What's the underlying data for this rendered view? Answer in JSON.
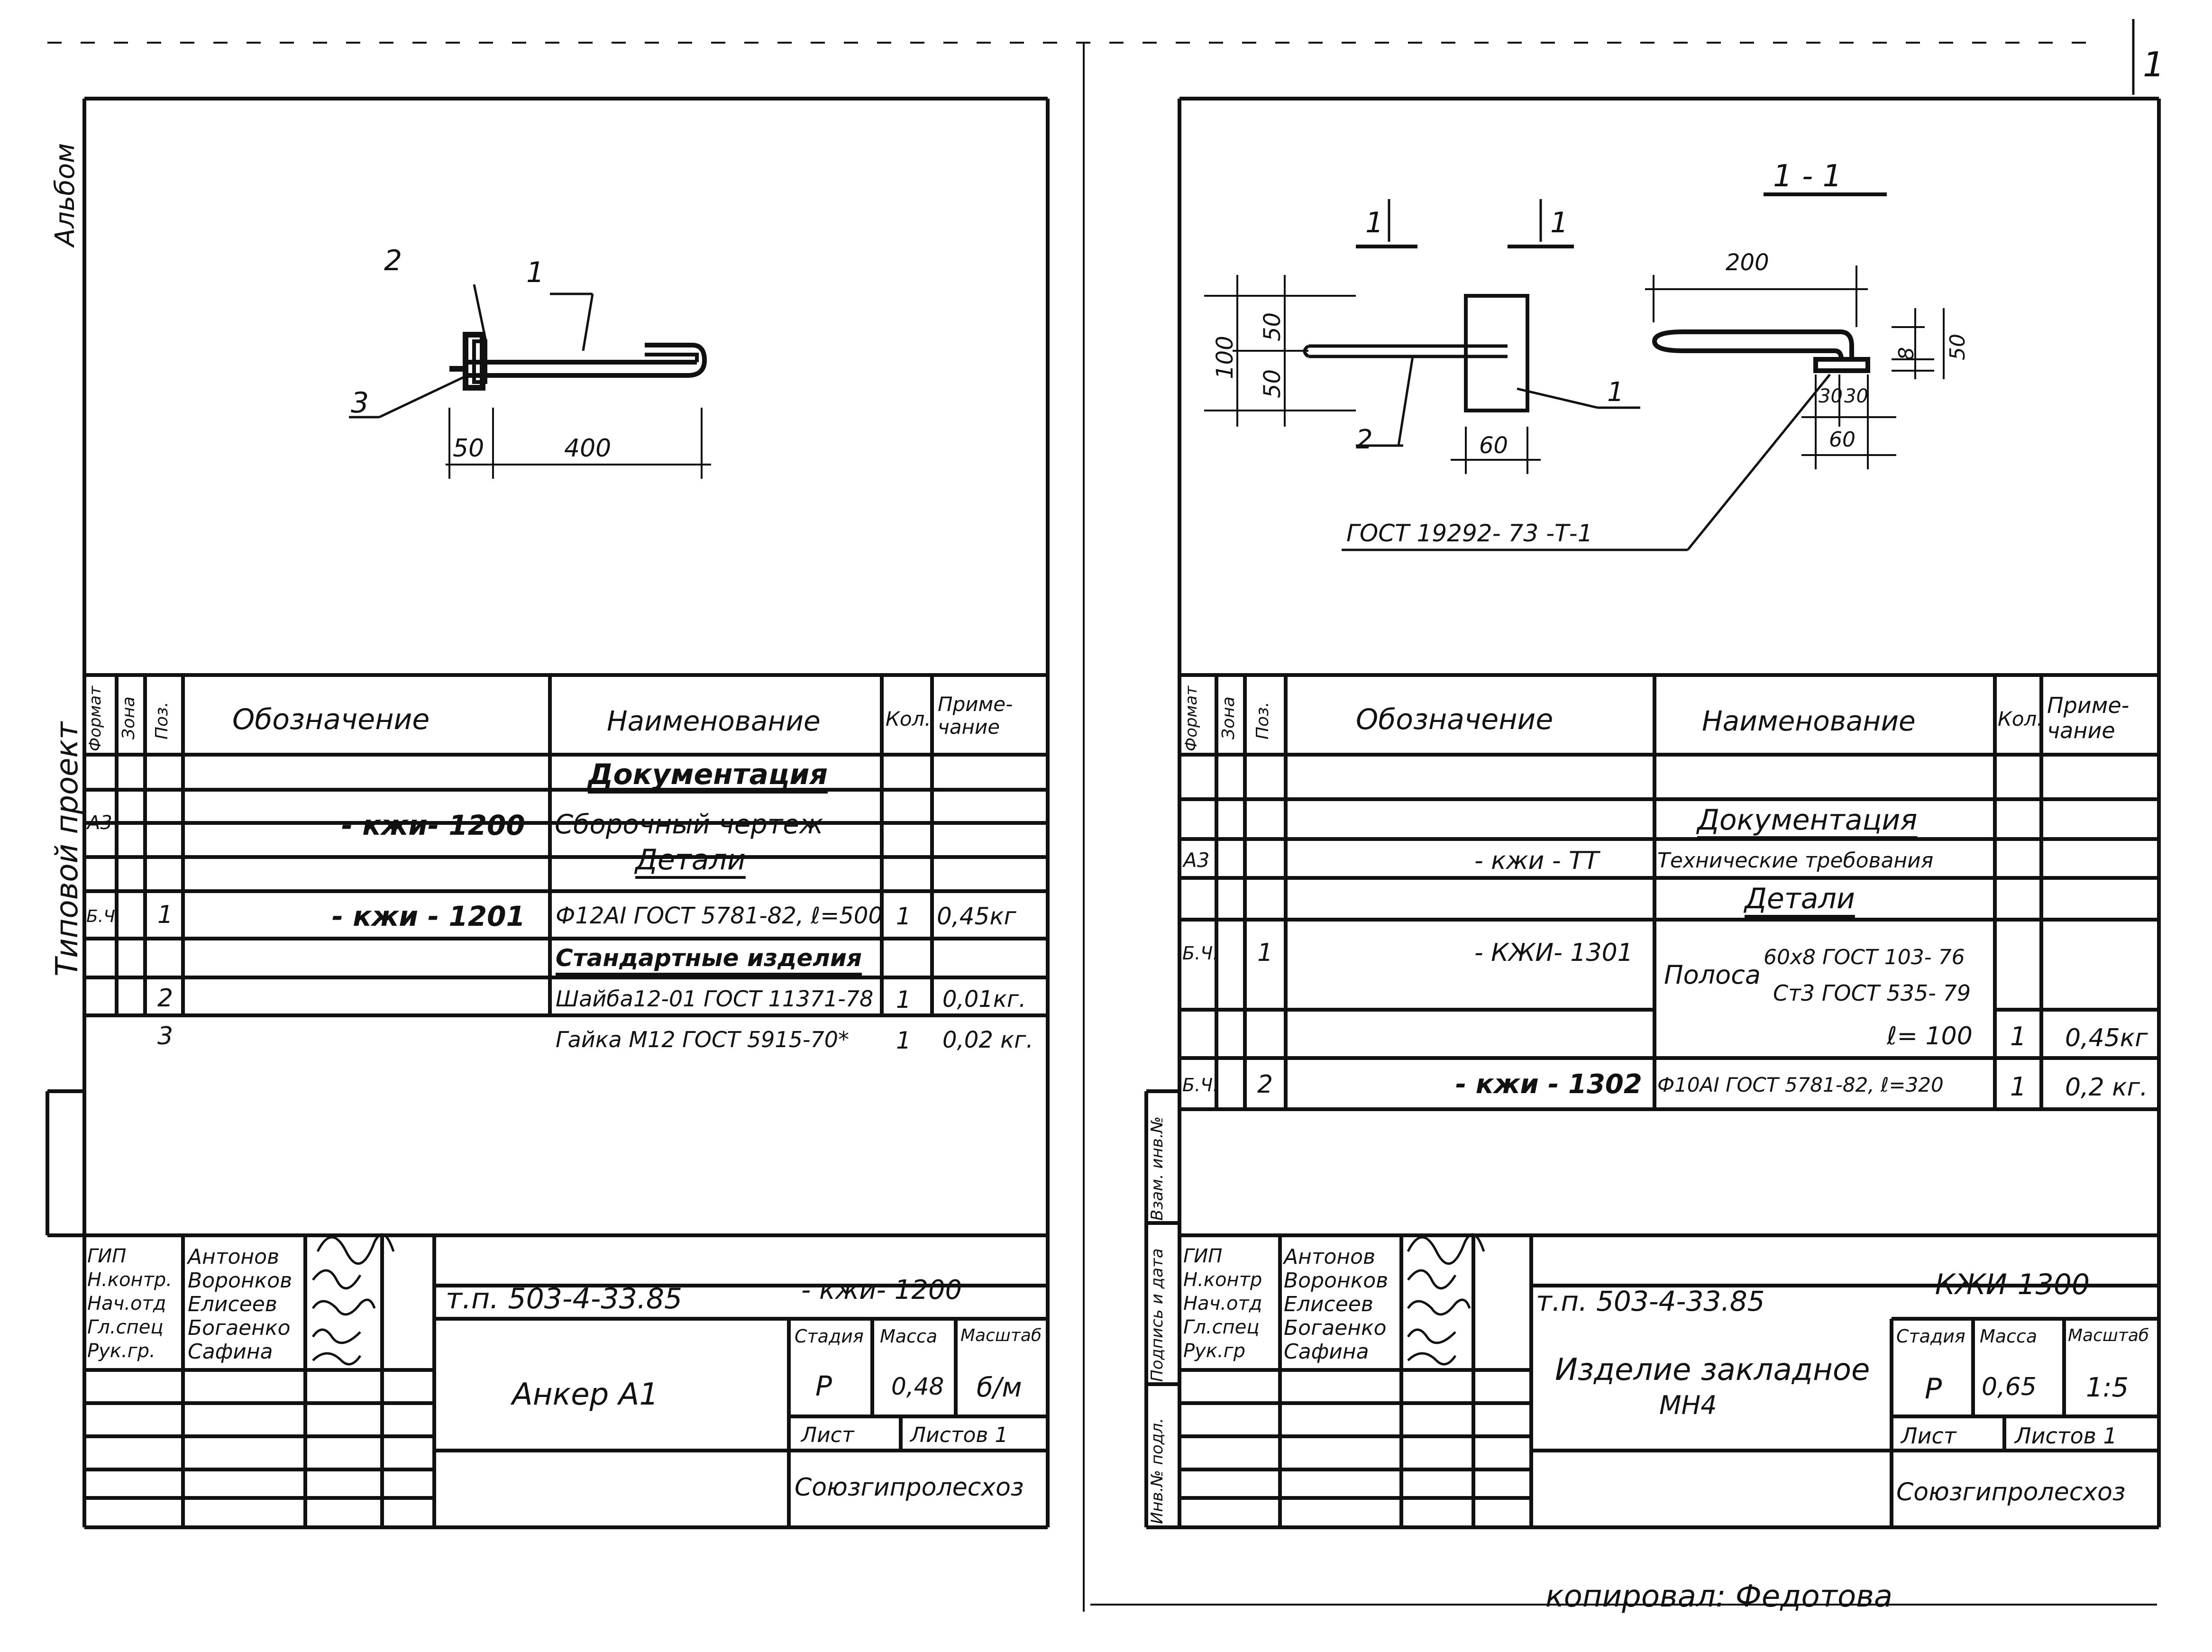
{
  "page": {
    "number": "1",
    "copied_by": "копировал: Федотова"
  },
  "side": {
    "album": "Альбом",
    "series": "Типовой проект"
  },
  "left": {
    "drawing": {
      "callouts": [
        "2",
        "1",
        "3"
      ],
      "dims": [
        "50",
        "400"
      ]
    },
    "table": {
      "headers": {
        "format": "Формат",
        "zone": "Зона",
        "pos": "Поз.",
        "designation": "Обозначение",
        "name": "Наименование",
        "qty": "Кол.",
        "note": "Приме-\nчание"
      },
      "rows": [
        {
          "name": "Документация",
          "heading": true
        },
        {
          "format": "А3",
          "designation": "- кжи- 1200",
          "name": "Сборочный чертеж"
        },
        {
          "name": "Детали",
          "heading": true
        },
        {
          "format": "Б.Ч.",
          "pos": "1",
          "designation": "- кжи - 1201",
          "name": "Ф12АI ГОСТ 5781-82, ℓ=500",
          "qty": "1",
          "note": "0,45кг"
        },
        {
          "name": "Стандартные изделия",
          "heading": true
        },
        {
          "pos": "2",
          "name": "Шайба12-01 ГОСТ 11371-78",
          "qty": "1",
          "note": "0,01кг."
        },
        {
          "pos": "3",
          "name": "Гайка М12 ГОСТ 5915-70*",
          "qty": "1",
          "note": "0,02 кг."
        }
      ]
    },
    "stamp": {
      "roles": [
        "ГИП",
        "Н.контр.",
        "Нач.отд",
        "Гл.спец",
        "Рук.гр."
      ],
      "names": [
        "Антонов",
        "Воронков",
        "Елисеев",
        "Богаенко",
        "Сафина"
      ],
      "project": "т.п. 503-4-33.85",
      "code": "- кжи- 1200",
      "title": "Анкер А1",
      "stage_label": "Стадия",
      "mass_label": "Масса",
      "scale_label": "Масштаб",
      "stage": "Р",
      "mass": "0,48",
      "scale": "б/м",
      "sheet_label": "Лист",
      "sheets_label": "Листов 1",
      "org": "Союзгипролесхоз"
    }
  },
  "right": {
    "drawing": {
      "section": "1 - 1",
      "cut_marks": [
        "1",
        "1"
      ],
      "dims": [
        "100",
        "50",
        "50",
        "60",
        "200",
        "8",
        "50",
        "30",
        "30",
        "60"
      ],
      "callouts": [
        "1",
        "2"
      ],
      "gost": "ГОСТ 19292- 73 -Т-1"
    },
    "table": {
      "headers": {
        "format": "Формат",
        "zone": "Зона",
        "pos": "Поз.",
        "designation": "Обозначение",
        "name": "Наименование",
        "qty": "Кол.",
        "note": "Приме-\nчание"
      },
      "rows": [
        {
          "name": ""
        },
        {
          "name": "Документация",
          "heading": true
        },
        {
          "format": "А3",
          "designation": "- кжи - ТТ",
          "name": "Технические требования"
        },
        {
          "name": "Детали",
          "heading": true
        },
        {
          "format": "Б.Ч.",
          "pos": "1",
          "designation": "- КЖИ- 1301",
          "name": "Полоса",
          "name_top": "60х8 ГОСТ 103- 76",
          "name_bottom": "Ст3 ГОСТ 535- 79"
        },
        {
          "name": "ℓ= 100",
          "qty": "1",
          "note": "0,45кг"
        },
        {
          "format": "Б.Ч.",
          "pos": "2",
          "designation": "- кжи - 1302",
          "name": "Ф10АI ГОСТ 5781-82, ℓ=320",
          "qty": "1",
          "note": "0,2 кг."
        }
      ]
    },
    "side_labels": [
      "Взам. инв.№",
      "Подпись и дата",
      "Инв.№ подл."
    ],
    "stamp": {
      "roles": [
        "ГИП",
        "Н.контр",
        "Нач.отд",
        "Гл.спец",
        "Рук.гр"
      ],
      "names": [
        "Антонов",
        "Воронков",
        "Елисеев",
        "Богаенко",
        "Сафина"
      ],
      "project": "т.п. 503-4-33.85",
      "code": "-КЖИ-1300",
      "title": "Изделие закладное",
      "subtitle": "МН4",
      "stage_label": "Стадия",
      "mass_label": "Масса",
      "scale_label": "Масштаб",
      "stage": "Р",
      "mass": "0,65",
      "scale": "1:5",
      "sheet_label": "Лист",
      "sheets_label": "Листов 1",
      "org": "Союзгипролесхоз"
    }
  }
}
